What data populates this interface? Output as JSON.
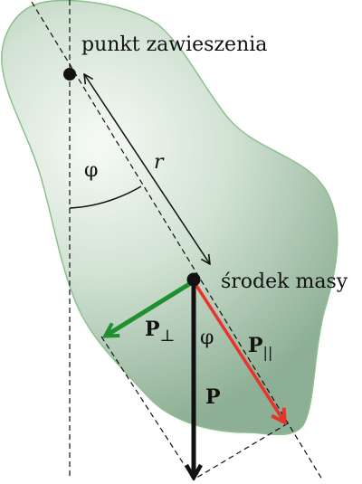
{
  "labels": {
    "suspension_point": "punkt zawieszenia",
    "center_of_mass": "środek masy",
    "distance": "r",
    "angle": "φ",
    "force_total": "P",
    "force_perp_main": "P",
    "force_perp_sub": "⊥",
    "force_par_main": "P",
    "force_par_sub": "||"
  },
  "colors": {
    "body_fill": "#a8c7ae",
    "body_outline": "#8cc08c",
    "perpendicular_arrow": "#1f8f2f",
    "parallel_arrow": "#e8322a",
    "weight_arrow": "#111111",
    "lines": "#111111"
  }
}
